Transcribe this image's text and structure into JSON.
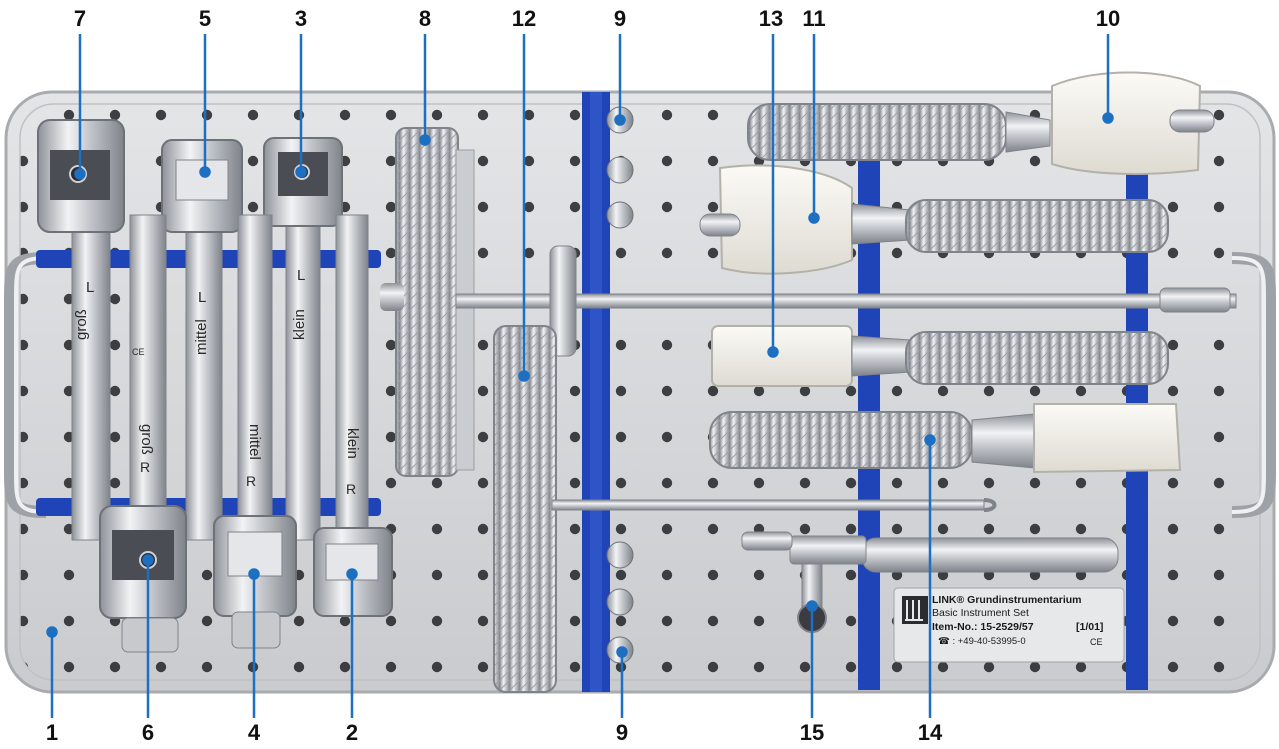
{
  "callouts_top": [
    "7",
    "5",
    "3",
    "8",
    "12",
    "9",
    "13",
    "11",
    "10"
  ],
  "callouts_bottom": [
    "1",
    "6",
    "4",
    "2",
    "9",
    "15",
    "14"
  ],
  "plate": {
    "line1": "LINK® Grundinstrumentarium",
    "line2": "Basic Instrument Set",
    "line3": "Item-No.: 15-2529/57",
    "line3_rev": "[1/01]",
    "line4": "☎ : +49-40-53995-0",
    "ce": "CE"
  },
  "engravings": {
    "left_L1": "L",
    "left_L2": "L",
    "left_L3": "L",
    "gross": "groß",
    "mittel": "mittel",
    "klein": "klein",
    "gross_r": "groß",
    "mittel_r": "mittel",
    "klein_r": "klein",
    "R1": "R",
    "R2": "R",
    "R3": "R",
    "ce_small": "CE"
  },
  "colors": {
    "tray": "#d9dadc",
    "tray_edge": "#a9abaf",
    "blue_clip": "#1f44b8",
    "steel_light": "#eef0f2",
    "steel_dark": "#8e9299",
    "white_impactor": "#f3f1ea",
    "callout_line": "#1d6fc2",
    "callout_dot": "#1d6fc2"
  }
}
